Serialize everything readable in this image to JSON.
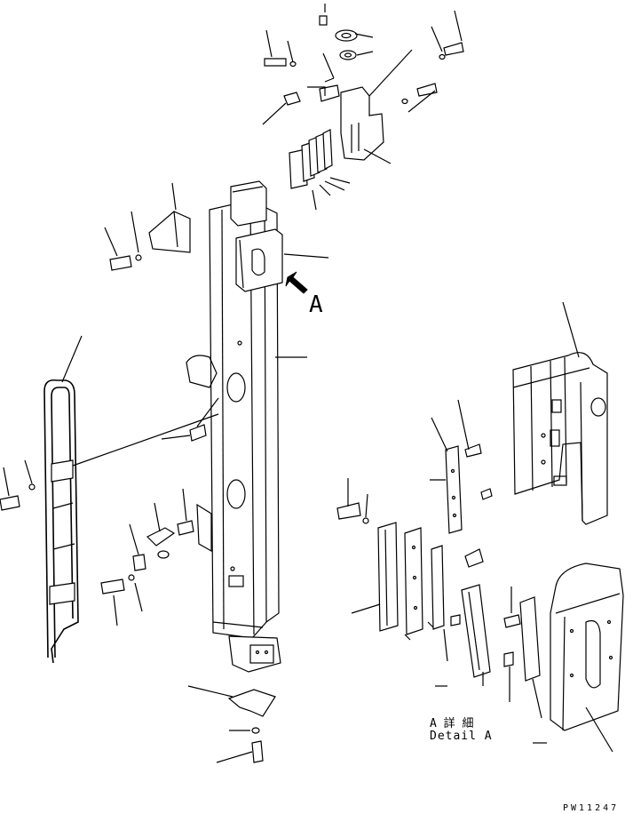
{
  "view_arrow_label": "A",
  "detail": {
    "title_jp": "A 詳 細",
    "title_en": "Detail A"
  },
  "drawing_number": "PW11247"
}
